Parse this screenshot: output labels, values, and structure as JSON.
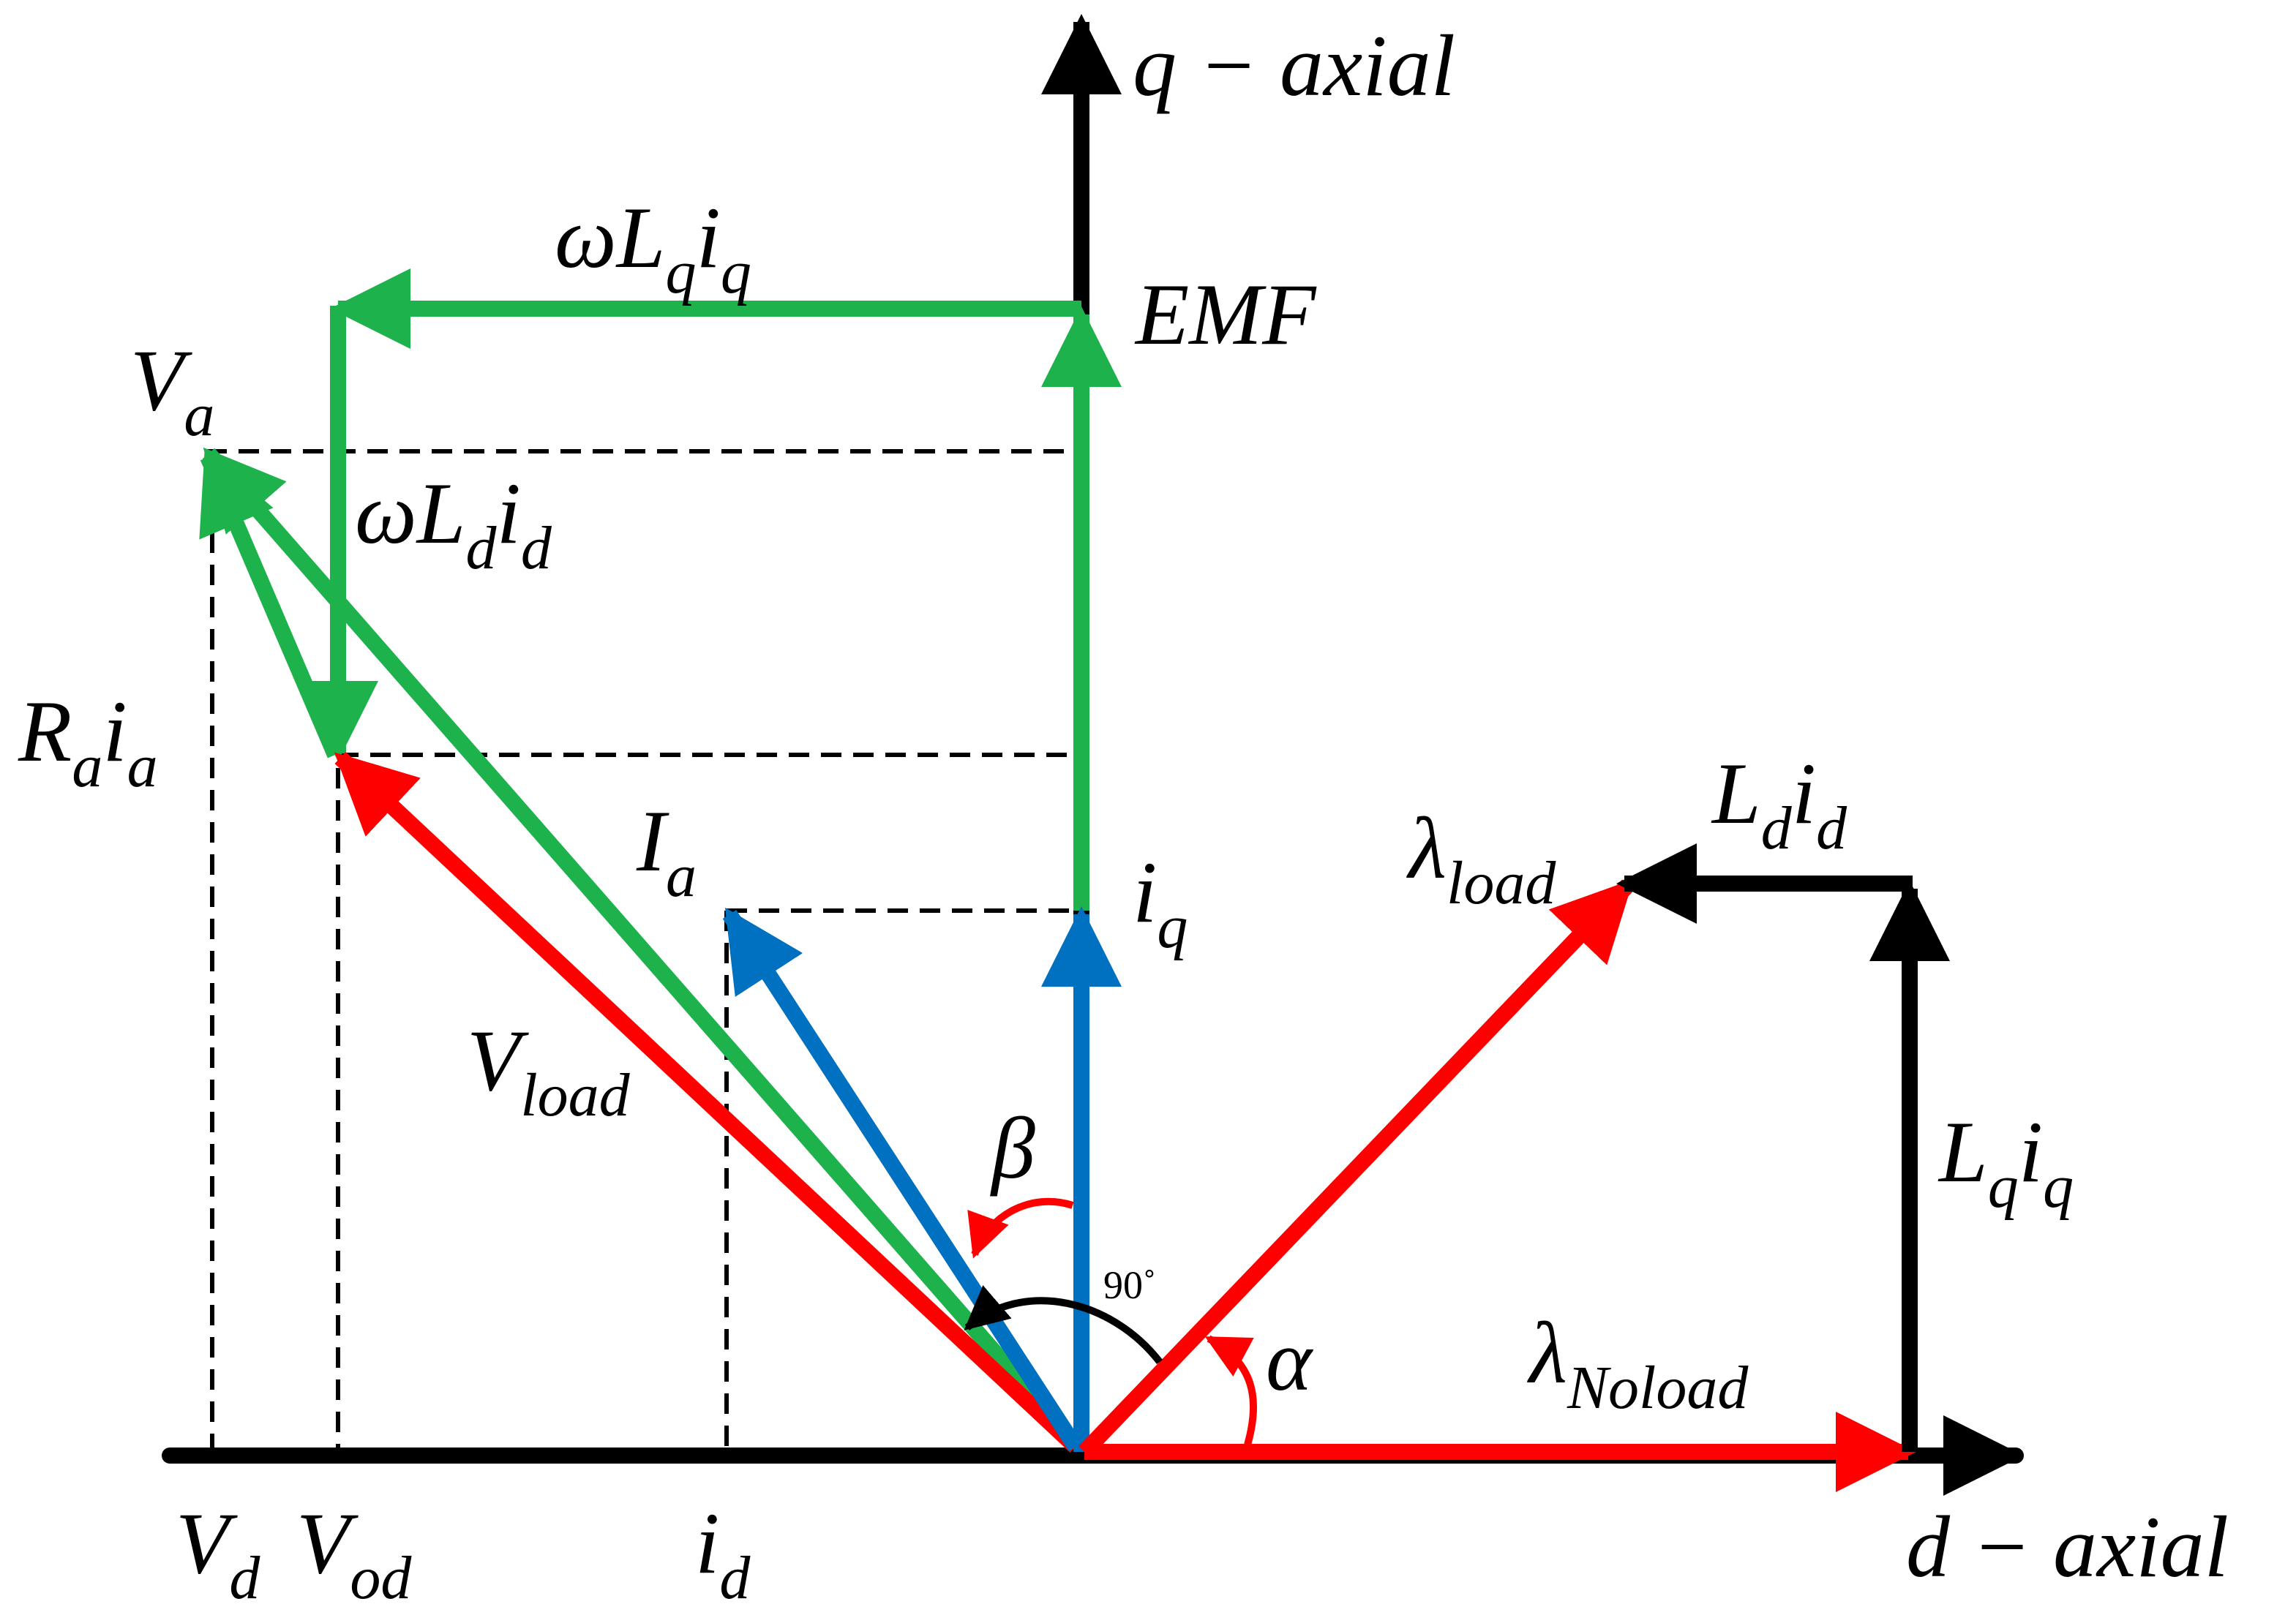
{
  "colors": {
    "black": "#000000",
    "green": "#1db24b",
    "red": "#ff0000",
    "blue": "#0070c0"
  },
  "labels": {
    "q_axis": "q − axial",
    "d_axis": "d − axial",
    "emf": "EMF",
    "wLqiq": {
      "pre": "ωL",
      "sub1": "q",
      "mid": "i",
      "sub2": "q"
    },
    "wLdid": {
      "pre": "ωL",
      "sub1": "d",
      "mid": "i",
      "sub2": "d"
    },
    "Va": {
      "main": "V",
      "sub": "a"
    },
    "Raia": {
      "pre": "R",
      "sub1": "a",
      "mid": "i",
      "sub2": "a"
    },
    "Ia": {
      "main": "I",
      "sub": "a"
    },
    "iq": {
      "main": "i",
      "sub": "q"
    },
    "Vload": {
      "main": "V",
      "sub": "load"
    },
    "beta": "β",
    "right_angle": "90˚",
    "alpha": "α",
    "lambda_load": {
      "main": "λ",
      "sub": "load"
    },
    "lambda_noload": {
      "main": "λ",
      "sub": "Noload"
    },
    "Ldid": {
      "pre": "L",
      "sub1": "d",
      "mid": "i",
      "sub2": "d"
    },
    "Lqiq": {
      "pre": "L",
      "sub1": "q",
      "mid": "i",
      "sub2": "q"
    },
    "Vd": {
      "main": "V",
      "sub": "d"
    },
    "Vod": {
      "main": "V",
      "sub": "od"
    },
    "id": {
      "main": "i",
      "sub": "d"
    }
  }
}
